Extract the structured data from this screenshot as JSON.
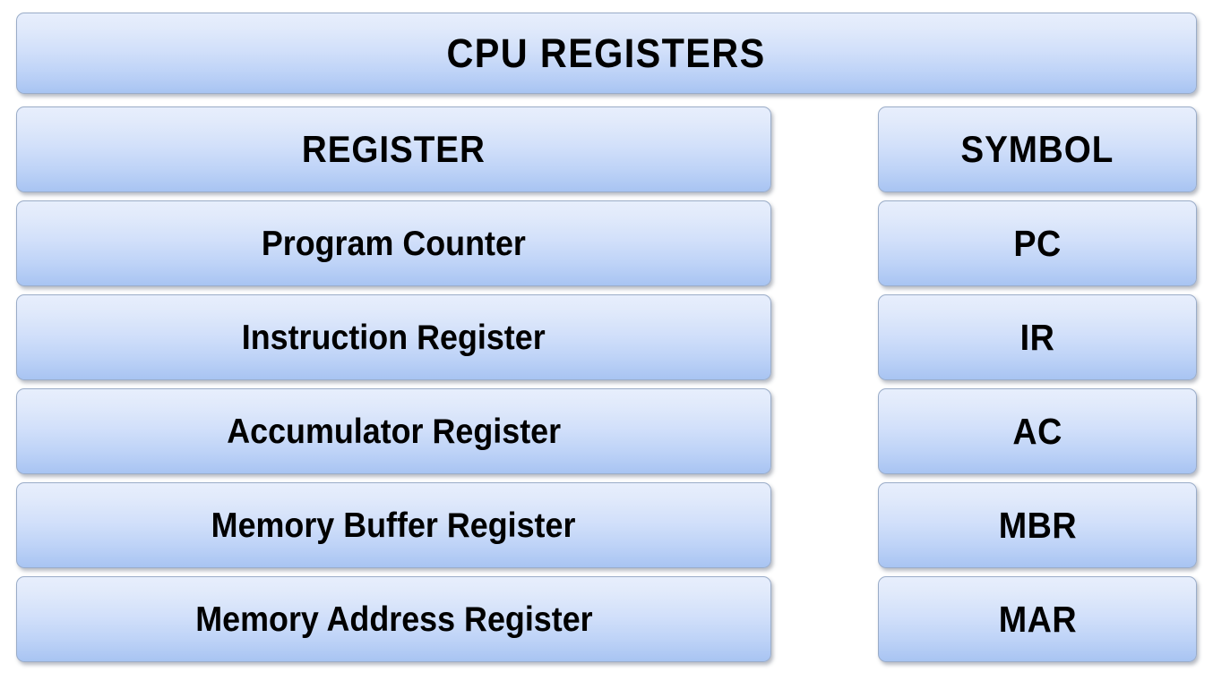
{
  "title": "CPU REGISTERS",
  "columns": {
    "register_header": "REGISTER",
    "symbol_header": "SYMBOL"
  },
  "colors": {
    "box_gradient_top": "#e7eefc",
    "box_gradient_bottom": "#a8c4f2",
    "box_border": "#9aacc8",
    "text": "#000000",
    "background": "#ffffff"
  },
  "rows": [
    {
      "register": "Program Counter",
      "symbol": "PC"
    },
    {
      "register": "Instruction Register",
      "symbol": "IR"
    },
    {
      "register": "Accumulator Register",
      "symbol": "AC"
    },
    {
      "register": "Memory Buffer Register",
      "symbol": "MBR"
    },
    {
      "register": "Memory Address Register",
      "symbol": "MAR"
    }
  ]
}
